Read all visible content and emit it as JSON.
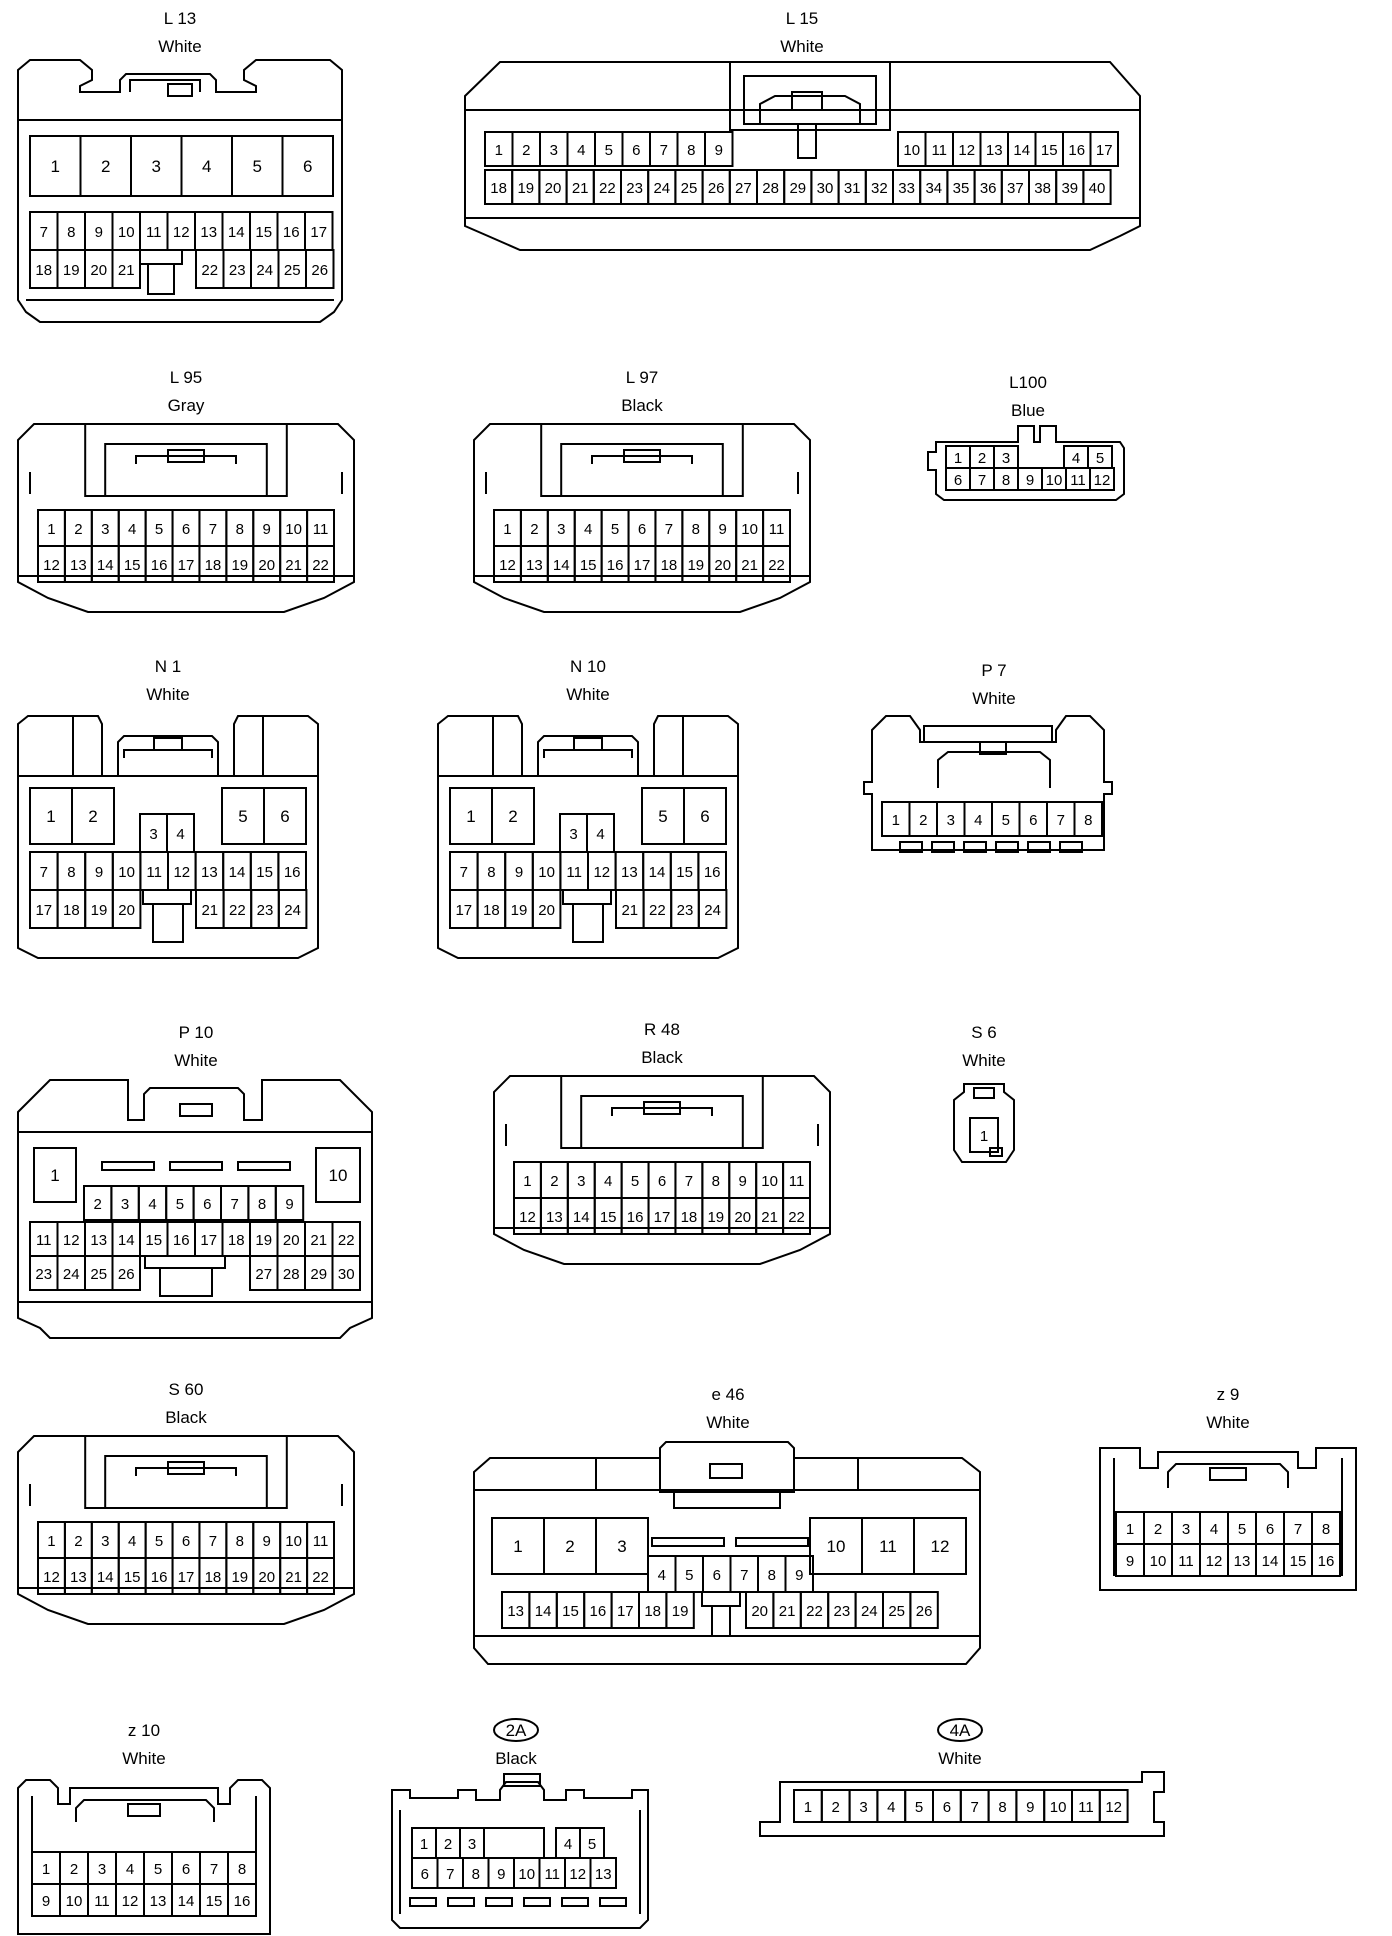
{
  "connectors": {
    "L13": {
      "name": "L 13",
      "color": "White",
      "pins": [
        "1",
        "2",
        "3",
        "4",
        "5",
        "6",
        "7",
        "8",
        "9",
        "10",
        "11",
        "12",
        "13",
        "14",
        "15",
        "16",
        "17",
        "18",
        "19",
        "20",
        "21",
        "22",
        "23",
        "24",
        "25",
        "26"
      ]
    },
    "L15": {
      "name": "L 15",
      "color": "White",
      "pins": [
        "1",
        "2",
        "3",
        "4",
        "5",
        "6",
        "7",
        "8",
        "9",
        "10",
        "11",
        "12",
        "13",
        "14",
        "15",
        "16",
        "17",
        "18",
        "19",
        "20",
        "21",
        "22",
        "23",
        "24",
        "25",
        "26",
        "27",
        "28",
        "29",
        "30",
        "31",
        "32",
        "33",
        "34",
        "35",
        "36",
        "37",
        "38",
        "39",
        "40"
      ]
    },
    "L95": {
      "name": "L 95",
      "color": "Gray",
      "pins": [
        "1",
        "2",
        "3",
        "4",
        "5",
        "6",
        "7",
        "8",
        "9",
        "10",
        "11",
        "12",
        "13",
        "14",
        "15",
        "16",
        "17",
        "18",
        "19",
        "20",
        "21",
        "22"
      ]
    },
    "L97": {
      "name": "L 97",
      "color": "Black",
      "pins": [
        "1",
        "2",
        "3",
        "4",
        "5",
        "6",
        "7",
        "8",
        "9",
        "10",
        "11",
        "12",
        "13",
        "14",
        "15",
        "16",
        "17",
        "18",
        "19",
        "20",
        "21",
        "22"
      ]
    },
    "L100": {
      "name": "L100",
      "color": "Blue",
      "pins": [
        "1",
        "2",
        "3",
        "4",
        "5",
        "6",
        "7",
        "8",
        "9",
        "10",
        "11",
        "12"
      ]
    },
    "N1": {
      "name": "N 1",
      "color": "White",
      "pins": [
        "1",
        "2",
        "3",
        "4",
        "5",
        "6",
        "7",
        "8",
        "9",
        "10",
        "11",
        "12",
        "13",
        "14",
        "15",
        "16",
        "17",
        "18",
        "19",
        "20",
        "21",
        "22",
        "23",
        "24"
      ]
    },
    "N10": {
      "name": "N 10",
      "color": "White",
      "pins": [
        "1",
        "2",
        "3",
        "4",
        "5",
        "6",
        "7",
        "8",
        "9",
        "10",
        "11",
        "12",
        "13",
        "14",
        "15",
        "16",
        "17",
        "18",
        "19",
        "20",
        "21",
        "22",
        "23",
        "24"
      ]
    },
    "P7": {
      "name": "P 7",
      "color": "White",
      "pins": [
        "1",
        "2",
        "3",
        "4",
        "5",
        "6",
        "7",
        "8"
      ]
    },
    "P10": {
      "name": "P 10",
      "color": "White",
      "pins": [
        "1",
        "2",
        "3",
        "4",
        "5",
        "6",
        "7",
        "8",
        "9",
        "10",
        "11",
        "12",
        "13",
        "14",
        "15",
        "16",
        "17",
        "18",
        "19",
        "20",
        "21",
        "22",
        "23",
        "24",
        "25",
        "26",
        "27",
        "28",
        "29",
        "30"
      ]
    },
    "R48": {
      "name": "R 48",
      "color": "Black",
      "pins": [
        "1",
        "2",
        "3",
        "4",
        "5",
        "6",
        "7",
        "8",
        "9",
        "10",
        "11",
        "12",
        "13",
        "14",
        "15",
        "16",
        "17",
        "18",
        "19",
        "20",
        "21",
        "22"
      ]
    },
    "S6": {
      "name": "S 6",
      "color": "White",
      "pins": [
        "1"
      ]
    },
    "S60": {
      "name": "S 60",
      "color": "Black",
      "pins": [
        "1",
        "2",
        "3",
        "4",
        "5",
        "6",
        "7",
        "8",
        "9",
        "10",
        "11",
        "12",
        "13",
        "14",
        "15",
        "16",
        "17",
        "18",
        "19",
        "20",
        "21",
        "22"
      ]
    },
    "e46": {
      "name": "e 46",
      "color": "White",
      "pins": [
        "1",
        "2",
        "3",
        "4",
        "5",
        "6",
        "7",
        "8",
        "9",
        "10",
        "11",
        "12",
        "13",
        "14",
        "15",
        "16",
        "17",
        "18",
        "19",
        "20",
        "21",
        "22",
        "23",
        "24",
        "25",
        "26"
      ]
    },
    "z9": {
      "name": "z 9",
      "color": "White",
      "pins": [
        "1",
        "2",
        "3",
        "4",
        "5",
        "6",
        "7",
        "8",
        "9",
        "10",
        "11",
        "12",
        "13",
        "14",
        "15",
        "16"
      ]
    },
    "z10": {
      "name": "z 10",
      "color": "White",
      "pins": [
        "1",
        "2",
        "3",
        "4",
        "5",
        "6",
        "7",
        "8",
        "9",
        "10",
        "11",
        "12",
        "13",
        "14",
        "15",
        "16"
      ]
    },
    "2A": {
      "name": "2A",
      "color": "Black",
      "pins": [
        "1",
        "2",
        "3",
        "4",
        "5",
        "6",
        "7",
        "8",
        "9",
        "10",
        "11",
        "12",
        "13"
      ]
    },
    "4A": {
      "name": "4A",
      "color": "White",
      "pins": [
        "1",
        "2",
        "3",
        "4",
        "5",
        "6",
        "7",
        "8",
        "9",
        "10",
        "11",
        "12"
      ]
    }
  }
}
